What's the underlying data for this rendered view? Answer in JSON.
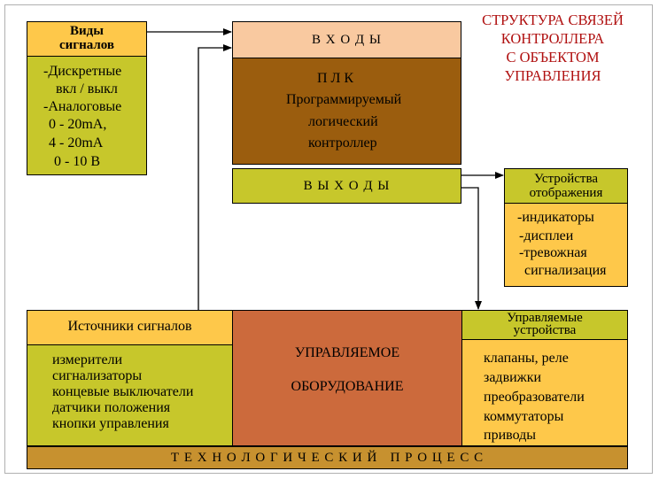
{
  "title_lines": [
    "СТРУКТУРА СВЯЗЕЙ",
    "КОНТРОЛЛЕРА",
    "С ОБЪЕКТОМ",
    "УПРАВЛЕНИЯ"
  ],
  "signals": {
    "header_lines": [
      "Виды",
      "сигналов"
    ],
    "items": [
      "-Дискретные",
      "вкл / выкл",
      "-Аналоговые",
      "0 - 20mA,",
      "4 - 20mA",
      "0 - 10 В"
    ]
  },
  "plc": {
    "inputs": "В Х О Д Ы",
    "name_lines": [
      "П Л К",
      "Программируемый",
      "логический",
      "контроллер"
    ],
    "outputs": "В Ы Х О Д Ы"
  },
  "display": {
    "header_lines": [
      "Устройства",
      "отображения"
    ],
    "items": [
      "-индикаторы",
      "-дисплеи",
      "-тревожная",
      "сигнализация"
    ]
  },
  "sources": {
    "header": "Источники сигналов",
    "items": [
      "измерители",
      "сигнализаторы",
      "концевые выключатели",
      "датчики положения",
      "кнопки управления"
    ]
  },
  "equipment": {
    "lines": [
      "УПРАВЛЯЕМОЕ",
      "ОБОРУДОВАНИЕ"
    ]
  },
  "controlled": {
    "header_lines": [
      "Управляемые",
      "устройства"
    ],
    "items": [
      "клапаны, реле",
      "задвижки",
      "преобразователи",
      "коммутаторы",
      "приводы"
    ]
  },
  "process": "Т Е Х Н О Л О Г И Ч Е С К И Й   П Р О Ц Е С С",
  "colors": {
    "peach": "#f9c9a0",
    "gold": "#fec84a",
    "olive": "#c7c72b",
    "brown": "#9b5d0e",
    "terracotta": "#cc6a3c",
    "process_bar": "#c7912f",
    "title_red": "#b01010"
  }
}
